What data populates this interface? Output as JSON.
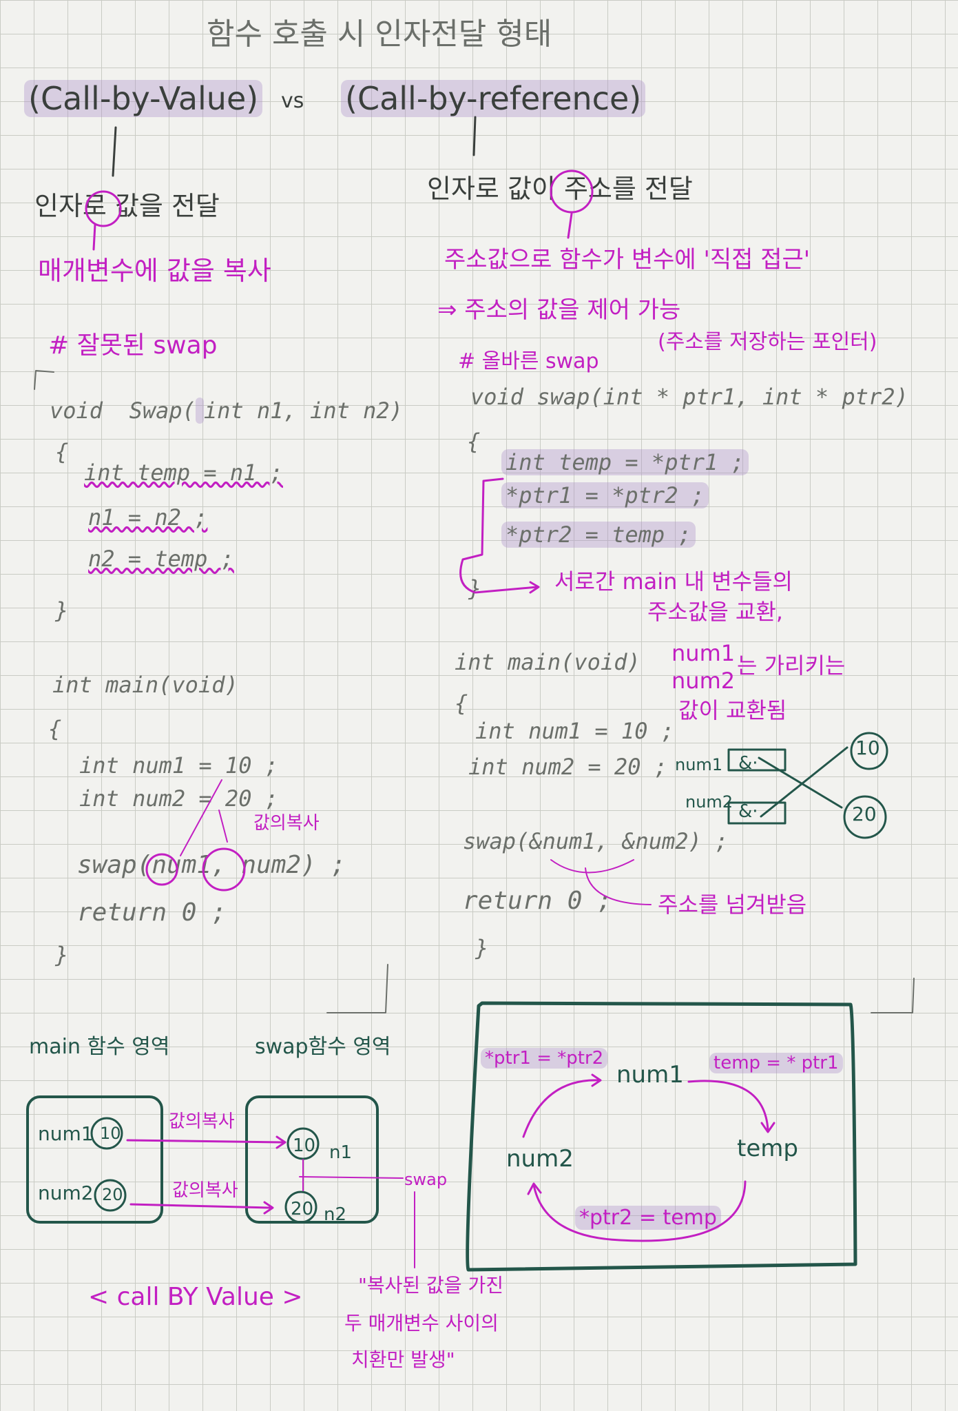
{
  "title": "함수 호출 시 인자전달 형태",
  "header": {
    "cbv": "(Call-by-Value)",
    "vs": "vs",
    "cbr": "(Call-by-reference)"
  },
  "left": {
    "desc": "인자로 값을 전달",
    "note": "매개변수에 값을 복사",
    "heading": "# 잘못된 swap",
    "code": [
      "void  Swap(int n1, int n2)",
      "{",
      "int temp = n1 ;",
      "n1 = n2 ;",
      "n2 = temp ;",
      "}",
      "int main(void)",
      "{",
      "int num1 = 10 ;",
      "int num2 = 20 ;",
      "swap(num1, num2) ;",
      "return 0 ;",
      "}"
    ],
    "copy_note": "값의복사"
  },
  "right": {
    "desc": "인자로 값이 주소를 전달",
    "note1": "주소값으로 함수가 변수에 '직접 접근'",
    "note2": "⇒ 주소의 값을 제어 가능",
    "heading": "# 올바른 swap",
    "pointer_note": "(주소를 저장하는 포인터)",
    "code": [
      "void swap(int * ptr1, int * ptr2)",
      "{",
      "int temp = *ptr1 ;",
      "*ptr1 = *ptr2 ;",
      "*ptr2 = temp ;",
      "}",
      "int main(void)",
      "{",
      "int num1 = 10 ;",
      "int num2 = 20 ;",
      "swap(&num1, &num2) ;",
      "return 0 ;",
      "}"
    ],
    "swap_note_1": "서로간 main 내 변수들의",
    "swap_note_2": "주소값을 교환,",
    "num_note_1": "num1",
    "num_note_2": "num2",
    "num_note_3": "는 가리키는",
    "num_note_4": "값이 교환됨",
    "receive_note": "주소를 넘겨받음",
    "box_labels": [
      "num1",
      "num2"
    ],
    "box_values": [
      "&·",
      "&·"
    ],
    "circle_values": [
      "10",
      "20"
    ]
  },
  "diagram_value": {
    "main_area": "main 함수 영역",
    "swap_area": "swap함수 영역",
    "main_vars": [
      "num1",
      "num2"
    ],
    "main_vals": [
      "10",
      "20"
    ],
    "copy_labels": [
      "값의복사",
      "값의복사"
    ],
    "swap_vals": [
      "10",
      "20"
    ],
    "swap_vars": [
      "n1",
      "n2"
    ],
    "swap_word": "swap",
    "caption": "< call BY Value >",
    "quote_1": "\"복사된 값을 가진",
    "quote_2": "두 매개변수 사이의",
    "quote_3": "치환만 발생\""
  },
  "diagram_ref": {
    "eq1": "*ptr1 = *ptr2",
    "eq2": "temp = * ptr1",
    "eq3": "*ptr2 = temp",
    "n1": "num1",
    "n2": "num2",
    "tmp": "temp"
  }
}
